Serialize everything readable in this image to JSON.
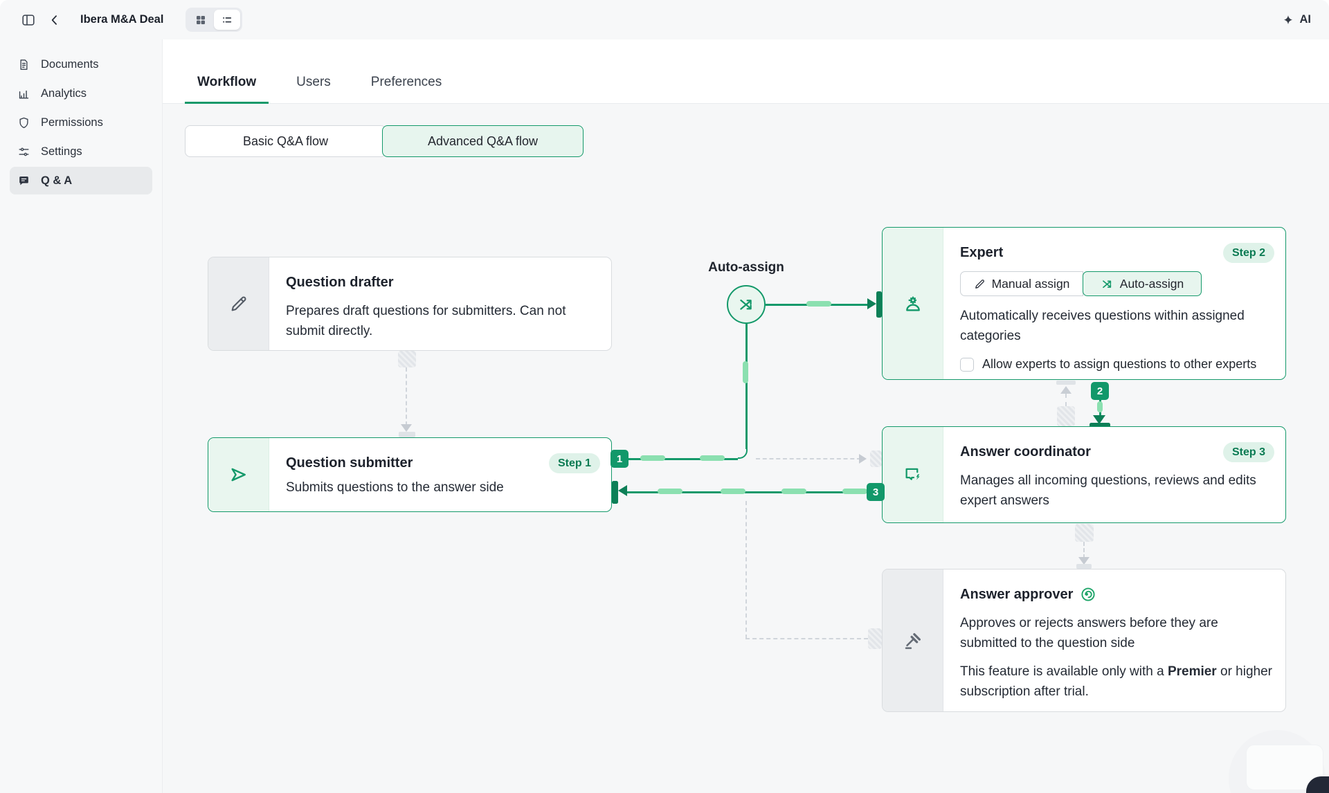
{
  "topbar": {
    "title": "Ibera M&A Deal",
    "ai_label": "AI"
  },
  "sidebar": {
    "items": [
      {
        "label": "Documents",
        "icon": "document-icon",
        "active": false
      },
      {
        "label": "Analytics",
        "icon": "analytics-icon",
        "active": false
      },
      {
        "label": "Permissions",
        "icon": "shield-icon",
        "active": false
      },
      {
        "label": "Settings",
        "icon": "sliders-icon",
        "active": false
      },
      {
        "label": "Q & A",
        "icon": "chat-icon",
        "active": true
      }
    ]
  },
  "tabs": [
    {
      "label": "Workflow",
      "active": true
    },
    {
      "label": "Users",
      "active": false
    },
    {
      "label": "Preferences",
      "active": false
    }
  ],
  "flow_toggle": {
    "basic": "Basic Q&A flow",
    "advanced": "Advanced Q&A flow",
    "selected": "Advanced Q&A flow"
  },
  "nodes": {
    "question_drafter": {
      "title": "Question drafter",
      "description": "Prepares draft questions for submitters. Can not submit directly."
    },
    "question_submitter": {
      "title": "Question submitter",
      "step": "Step 1",
      "description": "Submits questions to the answer side"
    },
    "auto_assign": {
      "label": "Auto-assign"
    },
    "expert": {
      "title": "Expert",
      "step": "Step 2",
      "manual_button": "Manual assign",
      "auto_button": "Auto-assign",
      "description": "Automatically receives questions within assigned categories",
      "checkbox_label": "Allow experts to assign questions to other experts",
      "checkbox_checked": false
    },
    "answer_coordinator": {
      "title": "Answer coordinator",
      "step": "Step 3",
      "description": "Manages all incoming questions, reviews and edits expert answers"
    },
    "answer_approver": {
      "title": "Answer approver",
      "description": "Approves or rejects answers before they are submitted to the question side",
      "note_prefix": "This feature is available only with a ",
      "note_bold": "Premier",
      "note_suffix": " or higher subscription after trial."
    }
  },
  "edges": {
    "badge_1": "1",
    "badge_2": "2",
    "badge_3": "3"
  },
  "colors": {
    "accent_green": "#14996a",
    "accent_green_dark": "#0d7f57",
    "mint_bg": "#e7f5ee",
    "step_badge_bg": "#dff2e9",
    "step_badge_text": "#0a7a52",
    "canvas_bg": "#f6f7f8"
  }
}
